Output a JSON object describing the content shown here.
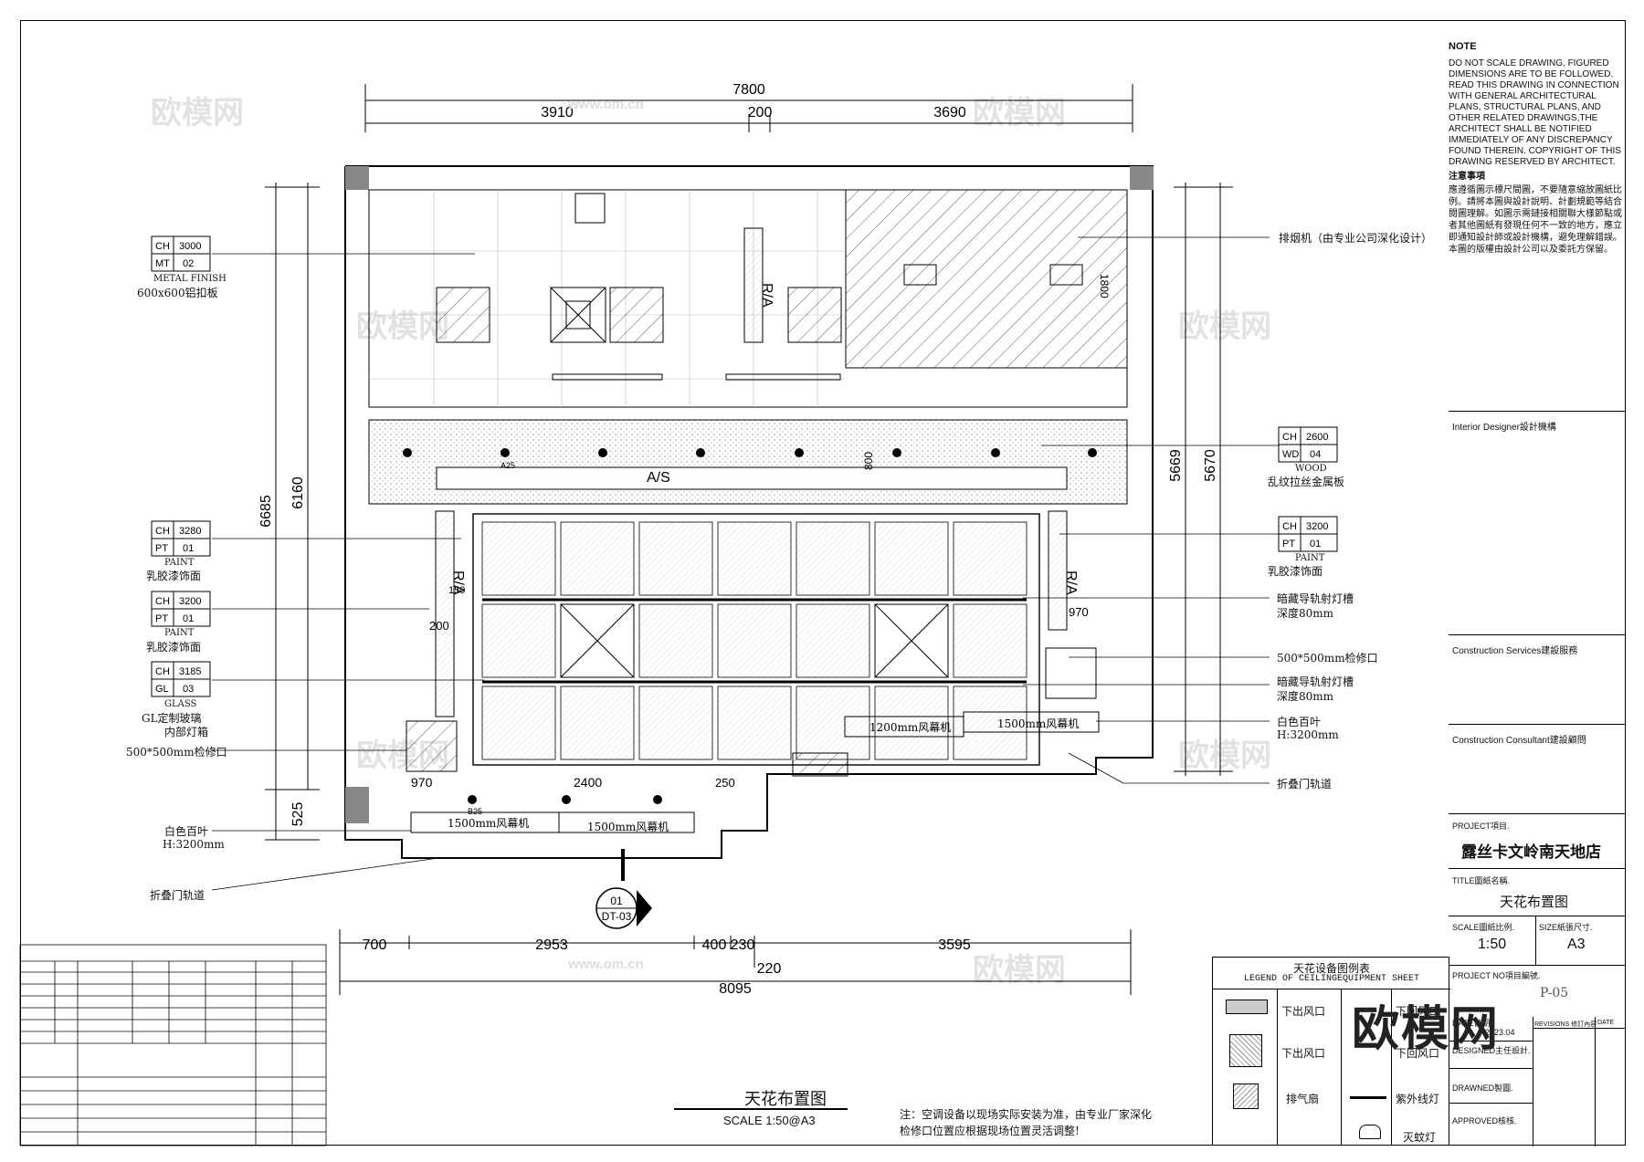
{
  "dimensions_top": {
    "total": "7800",
    "left": "3910",
    "mid": "200",
    "right": "3690"
  },
  "dimensions_bottom": {
    "total": "8095",
    "d1": "700",
    "d2": "2953",
    "d3": "400",
    "d4": "230",
    "d5": "220",
    "d6": "3595"
  },
  "dimensions_left": {
    "h1": "6685",
    "h2": "6160",
    "h3": "525"
  },
  "dimensions_right": {
    "h1": "5669",
    "h2": "5670"
  },
  "dimensions_inner": {
    "d800": "800",
    "d1800": "1800",
    "d970a": "970",
    "d970b": "970",
    "d200": "200",
    "d2400": "2400",
    "d250": "250",
    "d150": "150"
  },
  "tags": [
    {
      "ch": "CH",
      "chv": "3000",
      "mt": "MT",
      "mtv": "02",
      "name": "METAL FINISH",
      "cn": "600x600铝扣板"
    },
    {
      "ch": "CH",
      "chv": "3280",
      "mt": "PT",
      "mtv": "01",
      "name": "PAINT",
      "cn": "乳胶漆饰面"
    },
    {
      "ch": "CH",
      "chv": "3200",
      "mt": "PT",
      "mtv": "01",
      "name": "PAINT",
      "cn": "乳胶漆饰面"
    },
    {
      "ch": "CH",
      "chv": "3185",
      "mt": "GL",
      "mtv": "03",
      "name": "GLASS",
      "cn": "GL定制玻璃"
    },
    {
      "ch": "CH",
      "chv": "2600",
      "mt": "WD",
      "mtv": "04",
      "name": "WOOD",
      "cn": "乱纹拉丝金属板"
    },
    {
      "ch": "CH",
      "chv": "3200",
      "mt": "PT",
      "mtv": "01",
      "name": "PAINT",
      "cn": "乳胶漆饰面"
    }
  ],
  "left_labels": {
    "lightbox": "内部灯箱",
    "access": "500*500mm检修口",
    "louver": "白色百叶",
    "louver_h": "H:3200mm",
    "track": "折叠门轨道"
  },
  "right_labels": {
    "exhaust": "排烟机（由专业公司深化设计）",
    "track1": "暗藏导轨射灯槽",
    "track1_depth": "深度80mm",
    "access": "500*500mm检修口",
    "track2": "暗藏导轨射灯槽",
    "track2_depth": "深度80mm",
    "louver": "白色百叶",
    "louver_h": "H:3200mm",
    "fold": "折叠门轨道"
  },
  "inner_labels": {
    "as": "A/S",
    "ra1": "R/A",
    "ra2": "R/A",
    "ra3": "R/A",
    "fan1": "1500mm风幕机",
    "fan2": "1500mm风幕机",
    "fan3": "1200mm风幕机",
    "fan4": "1500mm风幕机",
    "a25": "A25",
    "b25": "B25",
    "section_no": "01",
    "section_ref": "DT-03"
  },
  "drawing_title": {
    "title": "天花布置图",
    "scale": "SCALE  1:50@A3"
  },
  "note_bottom": {
    "line1": "注：空调设备以现场实际安装为准，由专业厂家深化",
    "line2": "检修口位置应根据现场位置灵活调整!"
  },
  "notes": {
    "head": "NOTE",
    "en": "DO NOT SCALE DRAWING, FIGURED DIMENSIONS ARE TO BE FOLLOWED. READ THIS DRAWING IN CONNECTION WITH GENERAL ARCHITECTURAL PLANS, STRUCTURAL PLANS, AND OTHER RELATED DRAWINGS,THE ARCHITECT SHALL BE NOTIFIED IMMEDIATELY OF ANY DISCREPANCY FOUND THEREIN. COPYRIGHT OF THIS DRAWING RESERVED BY ARCHITECT.",
    "cn_head": "注意事項",
    "cn": "應遵循圖示標尺間圖，不要隨意縮放圖紙比例。請將本圖與設計說明、計劃規範等結合閱圖理解。如圖示需鏈接相關聯大樣節點或者其他圖紙有發現任何不一致的地方，應立即通知設計師或設計機構，避免理解錯誤。本圖的版權由設計公司以及委託方保留。"
  },
  "title_block": {
    "designer": "Interior Designer設計機構",
    "construction": "Construction Services建設服務",
    "consultant": "Construction Consultant建設顧問",
    "project_label": "PROJECT項目.",
    "project": "露丝卡文岭南天地店",
    "title_label": "TITLE圖紙名稱.",
    "title": "天花布置图",
    "scale_label": "SCALE圖紙比例.",
    "scale": "1:50",
    "size_label": "SIZE紙張尺寸.",
    "size": "A3",
    "projno_label": "PROJECT NO項目編號.",
    "sheet": "P-05",
    "date_label": "DATE日期.",
    "date": "2023.04",
    "design_label": "DESIGNED主任設計.",
    "drawn_label": "DRAWNED製圖.",
    "approved_label": "APPROVED核核.",
    "revisions": "REVISIONS 修訂內容",
    "rev_date": "DATE"
  },
  "legend": {
    "title": "天花设备图例表",
    "subtitle": "LEGEND OF CEILINGEQUIPMENT SHEET",
    "items": [
      "下出风口",
      "下回风口",
      "下出风口",
      "下回风口",
      "排气扇",
      "紫外线灯",
      "灭蚊灯"
    ]
  },
  "brand_mark": "欧模网",
  "watermark": "欧模网",
  "watermark_url": "www.om.cn"
}
